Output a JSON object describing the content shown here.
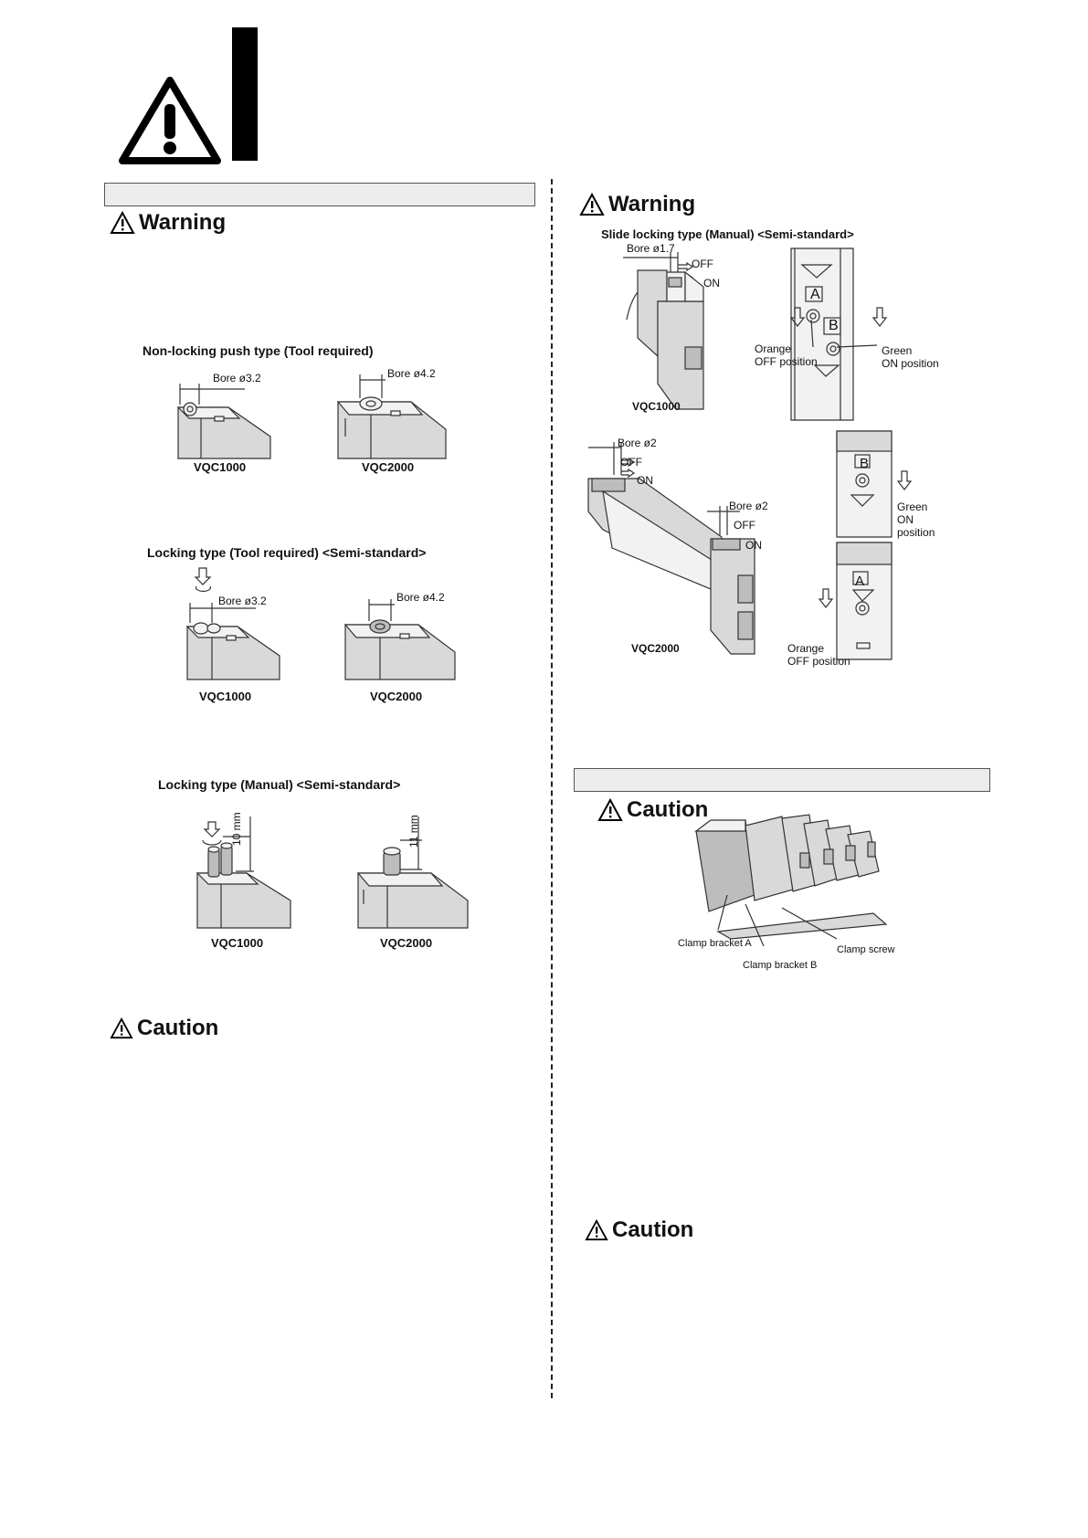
{
  "left": {
    "warning_title": "Warning",
    "figures": [
      {
        "heading": "Non-locking push type (Tool required)",
        "bore_a": "Bore ø3.2",
        "bore_b": "Bore ø4.2",
        "model_a": "VQC1000",
        "model_b": "VQC2000"
      },
      {
        "heading": "Locking type (Tool required) <Semi-standard>",
        "bore_a": "Bore ø3.2",
        "bore_b": "Bore ø4.2",
        "model_a": "VQC1000",
        "model_b": "VQC2000"
      },
      {
        "heading": "Locking type (Manual) <Semi-standard>",
        "dim_a": "10 mm",
        "dim_b": "11 mm",
        "model_a": "VQC1000",
        "model_b": "VQC2000"
      }
    ],
    "caution_title": "Caution"
  },
  "right": {
    "warning_title": "Warning",
    "slide_heading": "Slide locking type (Manual) <Semi-standard>",
    "vqc1000": {
      "bore": "Bore ø1.7",
      "off": "OFF",
      "on": "ON",
      "model": "VQC1000",
      "letter_a": "A",
      "letter_b": "B",
      "orange_label": "Orange\nOFF position",
      "green_label": "Green\nON position"
    },
    "vqc2000": {
      "bore_top": "Bore ø2",
      "off_top": "OFF",
      "on_top": "ON",
      "bore_side": "Bore ø2",
      "off_side": "OFF",
      "on_side": "ON",
      "model": "VQC2000",
      "letter_a": "A",
      "letter_b": "B",
      "green_label": "Green\nON\nposition",
      "orange_label": "Orange\nOFF position"
    },
    "caution_title": "Caution",
    "clamp": {
      "bracket_a": "Clamp bracket A",
      "bracket_b": "Clamp bracket B",
      "screw": "Clamp screw"
    },
    "caution2_title": "Caution"
  },
  "colors": {
    "section_bar": "#ececec",
    "text": "#111111"
  }
}
